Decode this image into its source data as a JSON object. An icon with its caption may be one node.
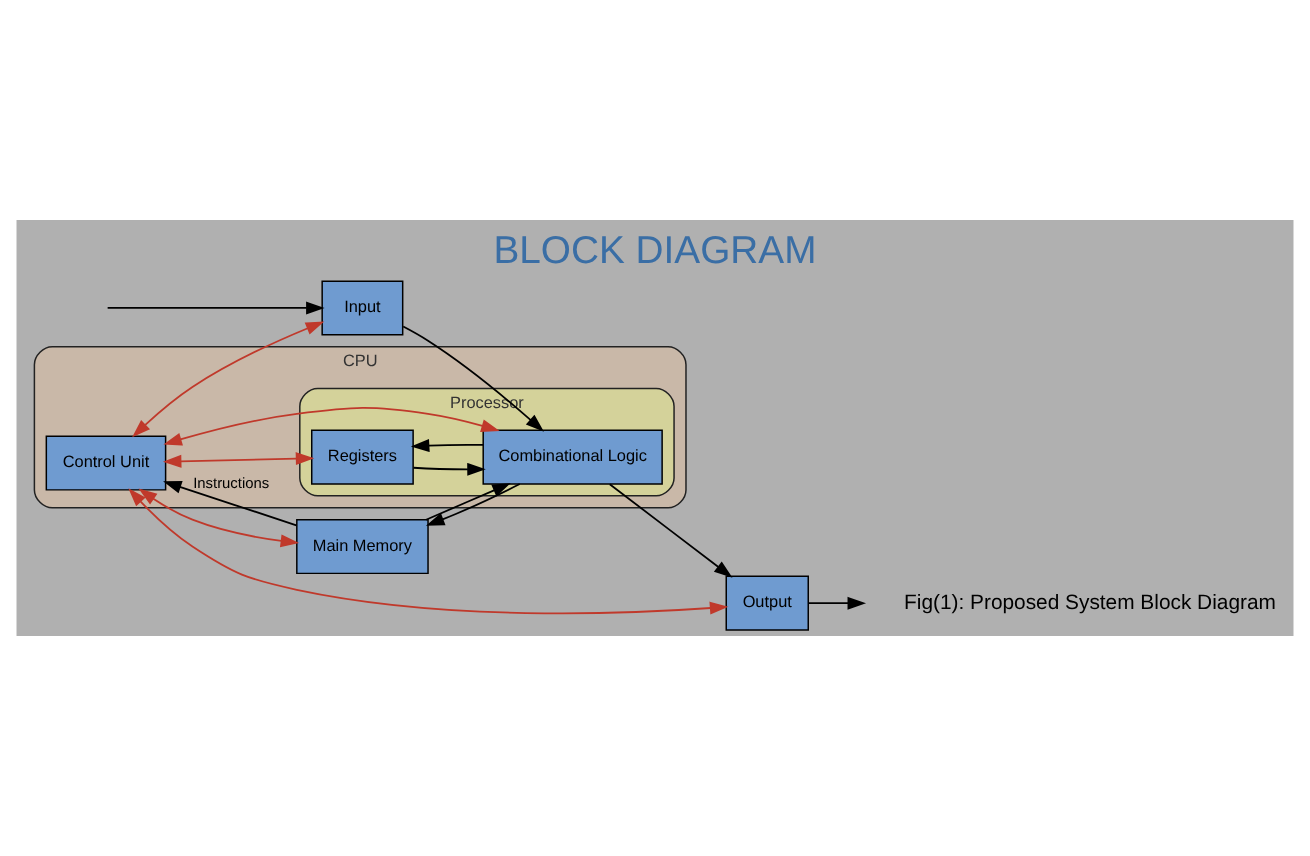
{
  "diagram": {
    "title": "BLOCK DIAGRAM",
    "caption": "Fig(1): Proposed System Block Diagram",
    "nodes": [
      {
        "text": [
          "CPU"
        ]
      },
      {
        "text": [
          "Control Unit"
        ],
        "in": 0
      },
      {
        "text": [
          "Processor"
        ],
        "in": 0
      },
      {
        "text": [
          "Registers"
        ],
        "in": 2
      },
      {
        "text": [
          "Combinational Logic"
        ],
        "in": 2
      },
      {
        "text": [
          "Input"
        ]
      },
      {
        "text": [
          "Output"
        ]
      },
      {
        "text": [
          "Main Memory"
        ]
      }
    ],
    "edges": [
      {
        "from": null,
        "to": 5,
        "arrow": "to"
      },
      {
        "from": 6,
        "to": null,
        "arrow": "to"
      },
      {
        "from": 1,
        "to": 5,
        "arrow": "both",
        "color": "#c0392b"
      },
      {
        "from": 1,
        "to": 6,
        "arrow": "both",
        "color": "#c0392b"
      },
      {
        "from": 1,
        "to": 7,
        "arrow": "both",
        "color": "#c0392b"
      },
      {
        "from": 1,
        "to": 4,
        "arrow": "both",
        "color": "#c0392b"
      },
      {
        "from": 1,
        "to": 3,
        "arrow": "both",
        "color": "#c0392b"
      },
      {
        "from": 5,
        "to": 4,
        "arrow": "to"
      },
      {
        "from": 4,
        "to": 6,
        "arrow": "to"
      },
      {
        "from": 3,
        "to": 4,
        "arrow": "to"
      },
      {
        "from": 4,
        "to": 3,
        "arrow": "to"
      },
      {
        "from": 7,
        "to": 4,
        "arrow": "to"
      },
      {
        "from": 4,
        "to": 7,
        "arrow": "to"
      },
      {
        "from": 7,
        "to": 1,
        "arrow": "to",
        "label": "Instructions"
      }
    ]
  }
}
